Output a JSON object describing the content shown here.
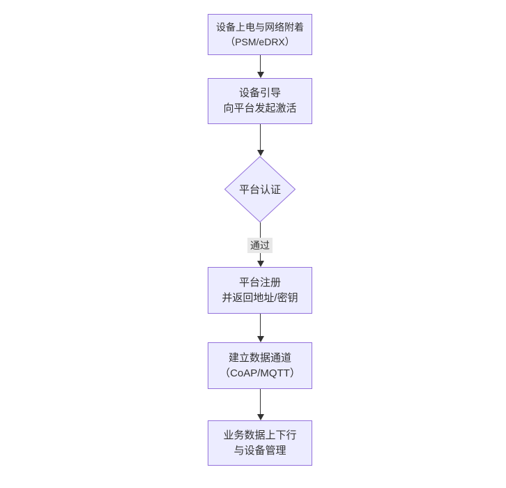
{
  "flowchart": {
    "colors": {
      "node_fill": "#ECECFF",
      "node_border": "#9370DB",
      "text": "#333333",
      "arrow": "#333333",
      "edge_label_bg": "#e8e8e8",
      "background": "#ffffff"
    },
    "nodes": [
      {
        "id": "power-attach",
        "type": "rect",
        "lines": [
          "设备上电与网络附着",
          "（PSM/eDRX）"
        ]
      },
      {
        "id": "bootstrap",
        "type": "rect",
        "lines": [
          "设备引导",
          "向平台发起激活"
        ]
      },
      {
        "id": "platform-auth",
        "type": "diamond",
        "lines": [
          "平台认证"
        ]
      },
      {
        "id": "platform-register",
        "type": "rect",
        "lines": [
          "平台注册",
          "并返回地址/密钥"
        ]
      },
      {
        "id": "data-channel",
        "type": "rect",
        "lines": [
          "建立数据通道",
          "（CoAP/MQTT）"
        ]
      },
      {
        "id": "business-data",
        "type": "rect",
        "lines": [
          "业务数据上下行",
          "与设备管理"
        ]
      }
    ],
    "edge_label": {
      "text": "通过"
    }
  }
}
